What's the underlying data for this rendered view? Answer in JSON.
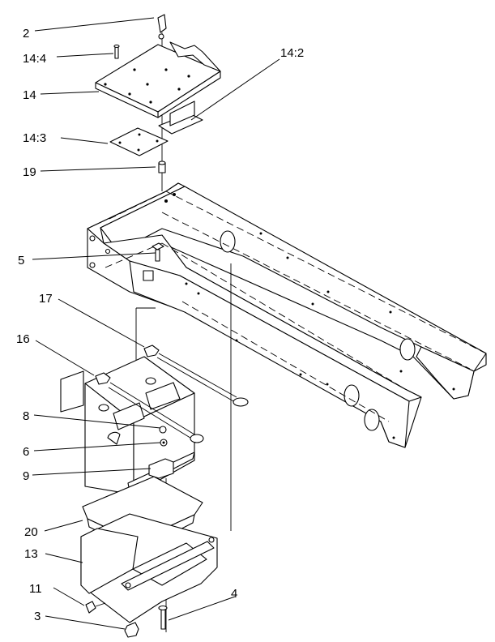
{
  "callouts": [
    {
      "id": "c2",
      "label": "2"
    },
    {
      "id": "c144",
      "label": "14:4"
    },
    {
      "id": "c142",
      "label": "14:2"
    },
    {
      "id": "c14",
      "label": "14"
    },
    {
      "id": "c143",
      "label": "14:3"
    },
    {
      "id": "c19",
      "label": "19"
    },
    {
      "id": "c5",
      "label": "5"
    },
    {
      "id": "c17",
      "label": "17"
    },
    {
      "id": "c16",
      "label": "16"
    },
    {
      "id": "c8",
      "label": "8"
    },
    {
      "id": "c6",
      "label": "6"
    },
    {
      "id": "c9",
      "label": "9"
    },
    {
      "id": "c20",
      "label": "20"
    },
    {
      "id": "c13",
      "label": "13"
    },
    {
      "id": "c11",
      "label": "11"
    },
    {
      "id": "c4",
      "label": "4"
    },
    {
      "id": "c3",
      "label": "3"
    }
  ]
}
